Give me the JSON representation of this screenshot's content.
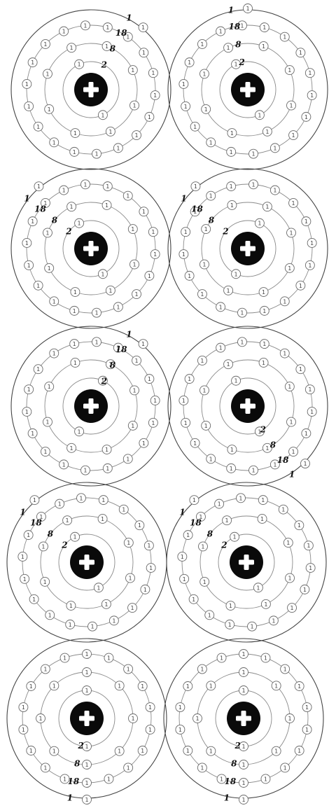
{
  "electron_symbol": "1",
  "nucleus_symbol": "+",
  "atoms": [
    {
      "counts": [
        "2",
        "8",
        "18",
        "1"
      ]
    },
    {
      "counts": [
        "2",
        "8",
        "18",
        "1"
      ]
    },
    {
      "counts": [
        "2",
        "8",
        "18",
        "1"
      ]
    },
    {
      "counts": [
        "2",
        "8",
        "18",
        "1"
      ]
    },
    {
      "counts": [
        "2",
        "8",
        "18",
        "1"
      ]
    },
    {
      "counts": [
        "2",
        "8",
        "18",
        "1"
      ]
    },
    {
      "counts": [
        "2",
        "8",
        "18",
        "1"
      ]
    },
    {
      "counts": [
        "2",
        "8",
        "18",
        "1"
      ]
    },
    {
      "counts": [
        "2",
        "8",
        "18",
        "1"
      ]
    },
    {
      "counts": [
        "2",
        "8",
        "18",
        "1"
      ]
    }
  ]
}
